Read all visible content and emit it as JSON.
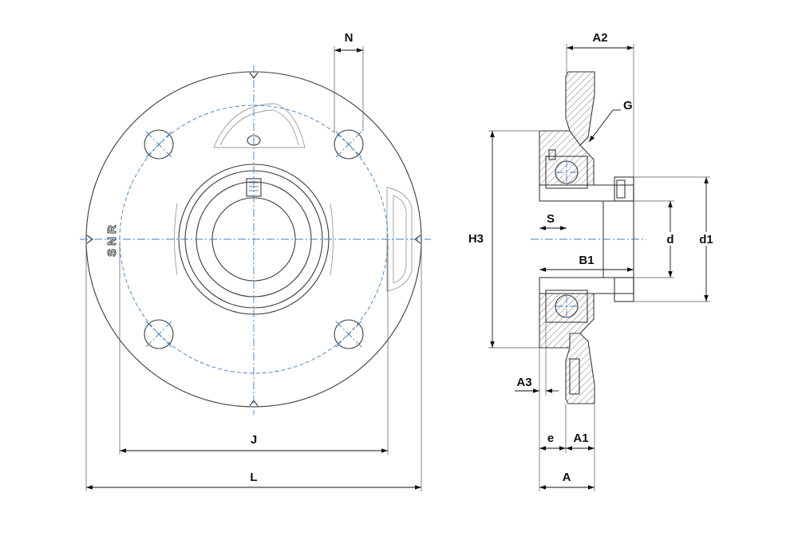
{
  "brand": "SNR",
  "dimension_labels": {
    "N": "N",
    "A2": "A2",
    "G": "G",
    "H3": "H3",
    "S": "S",
    "d": "d",
    "d1": "d1",
    "B1": "B1",
    "J": "J",
    "L": "L",
    "A3": "A3",
    "e": "e",
    "A1": "A1",
    "A": "A"
  },
  "colors": {
    "centerline": "#3d7ec4",
    "outline": "#3a3a3a",
    "dimension": "#111111"
  }
}
